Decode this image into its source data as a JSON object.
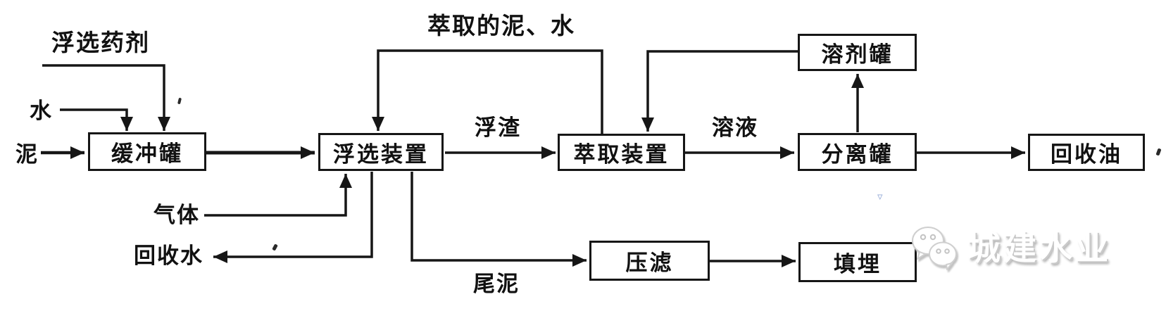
{
  "diagram": {
    "nodes": {
      "buffer_tank": {
        "label": "缓冲罐"
      },
      "flotation_unit": {
        "label": "浮选装置"
      },
      "extraction_unit": {
        "label": "萃取装置"
      },
      "separation_tank": {
        "label": "分离罐"
      },
      "solvent_tank": {
        "label": "溶剂罐"
      },
      "recovered_oil": {
        "label": "回收油"
      },
      "filter_press": {
        "label": "压滤"
      },
      "landfill": {
        "label": "填埋"
      }
    },
    "labels": {
      "flotation_agent": "浮选药剂",
      "water": "水",
      "mud": "泥",
      "gas": "气体",
      "recovered_water": "回收水",
      "extracted_mud_water": "萃取的泥、水",
      "scum": "浮渣",
      "solution": "溶液",
      "tail_mud": "尾泥"
    },
    "line_color": "#1a1a1a",
    "box_border_color": "#161616",
    "background_color": "#ffffff"
  },
  "watermark": {
    "text": "城建水业",
    "icon": "wechat-icon",
    "text_color": "#ffffff",
    "shadow_color": "#b0b0b0"
  },
  "artifacts": {
    "paste_glyph": "▿"
  }
}
